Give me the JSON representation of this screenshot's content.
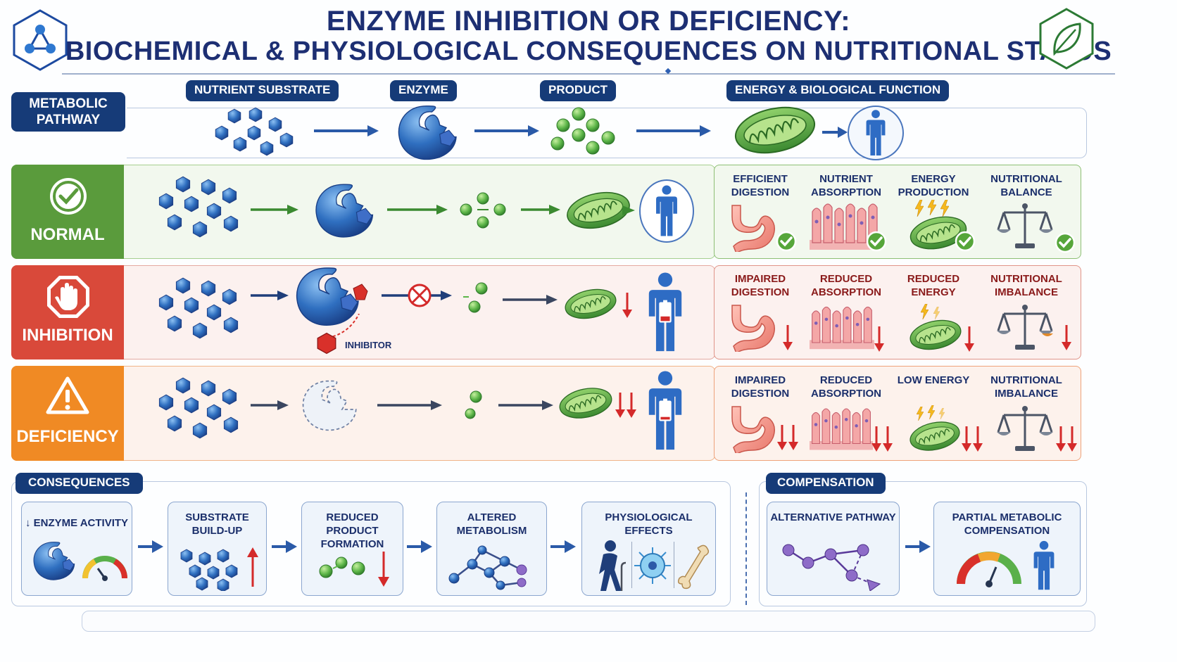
{
  "header": {
    "title_line1": "ENZYME INHIBITION OR DEFICIENCY:",
    "title_line2": "BIOCHEMICAL & PHYSIOLOGICAL CONSEQUENCES ON NUTRITIONAL STATUS"
  },
  "pathway": {
    "label": "METABOLIC PATHWAY",
    "columns": [
      "NUTRIENT SUBSTRATE",
      "ENZYME",
      "PRODUCT",
      "ENERGY & BIOLOGICAL FUNCTION"
    ]
  },
  "rows": [
    {
      "label": "NORMAL",
      "outcomes": [
        "EFFICIENT DIGESTION",
        "NUTRIENT ABSORPTION",
        "ENERGY PRODUCTION",
        "NUTRITIONAL BALANCE"
      ]
    },
    {
      "label": "INHIBITION",
      "inhibitor_label": "INHIBITOR",
      "outcomes": [
        "IMPAIRED DIGESTION",
        "REDUCED ABSORPTION",
        "REDUCED ENERGY",
        "NUTRITIONAL IMBALANCE"
      ]
    },
    {
      "label": "DEFICIENCY",
      "outcomes": [
        "IMPAIRED DIGESTION",
        "REDUCED ABSORPTION",
        "LOW ENERGY",
        "NUTRITIONAL IMBALANCE"
      ]
    }
  ],
  "consequences": {
    "title": "CONSEQUENCES",
    "cards": [
      "↓ ENZYME ACTIVITY",
      "SUBSTRATE BUILD-UP",
      "REDUCED PRODUCT FORMATION",
      "ALTERED METABOLISM",
      "PHYSIOLOGICAL EFFECTS"
    ]
  },
  "compensation": {
    "title": "COMPENSATION",
    "cards": [
      "ALTERNATIVE PATHWAY",
      "PARTIAL METABOLIC COMPENSATION"
    ]
  },
  "colors": {
    "navy": "#163b78",
    "normal": "#5a9b3c",
    "inhibition": "#d9493a",
    "deficiency": "#f08a24",
    "enzyme_blue": "#2f6fc0",
    "product_green": "#5cb548",
    "down_arrow_red": "#d42a2a"
  },
  "icons": [
    "molecule-icon",
    "leaf-icon",
    "check-icon",
    "stop-hand-icon",
    "warning-icon",
    "stomach-icon",
    "intestine-villi-icon",
    "mitochondria-icon",
    "balance-scale-icon",
    "human-figure-icon",
    "battery-low-icon",
    "gauge-icon",
    "bone-icon",
    "cell-icon",
    "elderly-person-icon"
  ]
}
